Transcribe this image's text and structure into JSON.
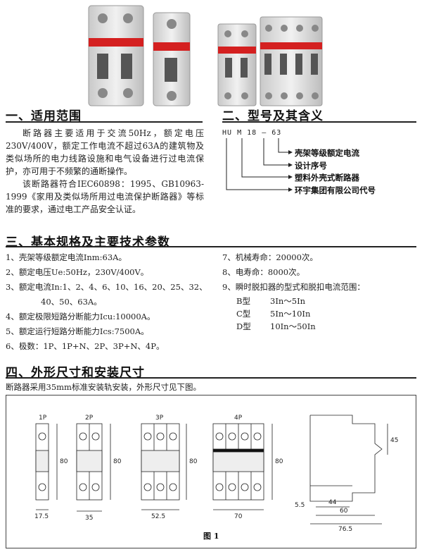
{
  "sections": {
    "s1": {
      "title": "一、适用范围"
    },
    "s2": {
      "title": "二、型号及其含义"
    },
    "s3": {
      "title": "三、基本规格及主要技术参数"
    },
    "s4": {
      "title": "四、外形尺寸和安装尺寸"
    }
  },
  "scope": {
    "p1": "断路器主要适用于交流50Hz，额定电压230V/400V，额定工作电流不超过63A的建筑物及类似场所的电力线路设施和电气设备进行过电流保护，亦可用于不频繁的通断操作。",
    "p2": "该断路器符合IEC60898：1995、GB10963-1999《家用及类似场所用过电流保护断路器》等标准的要求，通过电工产品安全认证。"
  },
  "model": {
    "code_parts": [
      "HU",
      "M",
      "18",
      "—",
      "63"
    ],
    "meanings": [
      "壳架等级额定电流",
      "设计序号",
      "塑料外壳式断路器",
      "环宇集团有限公司代号"
    ]
  },
  "specs": {
    "left": [
      "1、壳架等级额定电流Inm:63A。",
      "2、额定电压Ue:50Hz，230V/400V。",
      "3、额定电流In:1、2、4、6、10、16、20、25、32、",
      "40、50、63A。",
      "4、额定极限短路分断能力Icu:10000A。",
      "5、额定运行短路分断能力Ics:7500A。",
      "6、极数：1P、1P+N、2P、3P+N、4P。"
    ],
    "right": [
      "7、机械寿命：20000次。",
      "8、电寿命：8000次。",
      "9、瞬时脱扣器的型式和脱扣电流范围："
    ],
    "trip": [
      {
        "type": "B型",
        "range": "3In～5In"
      },
      {
        "type": "C型",
        "range": "5In～10In"
      },
      {
        "type": "D型",
        "range": "10In～50In"
      }
    ]
  },
  "dimensions": {
    "intro": "断路器采用35mm标准安装轨安装，外形尺寸见下图。",
    "pole_labels": [
      "1P",
      "2P",
      "3P",
      "4P"
    ],
    "height_labels": [
      "80",
      "80",
      "80",
      "80"
    ],
    "width_labels": [
      "17.5",
      "35",
      "52.5",
      "70"
    ],
    "side_labels": {
      "top": "45",
      "w44": "44",
      "w60": "60",
      "w765": "76.5",
      "offset": "5.5"
    },
    "caption": "图 1"
  },
  "colors": {
    "red_band": "#d42020",
    "grey_body": "#dcdcdc",
    "ink": "#222222"
  }
}
